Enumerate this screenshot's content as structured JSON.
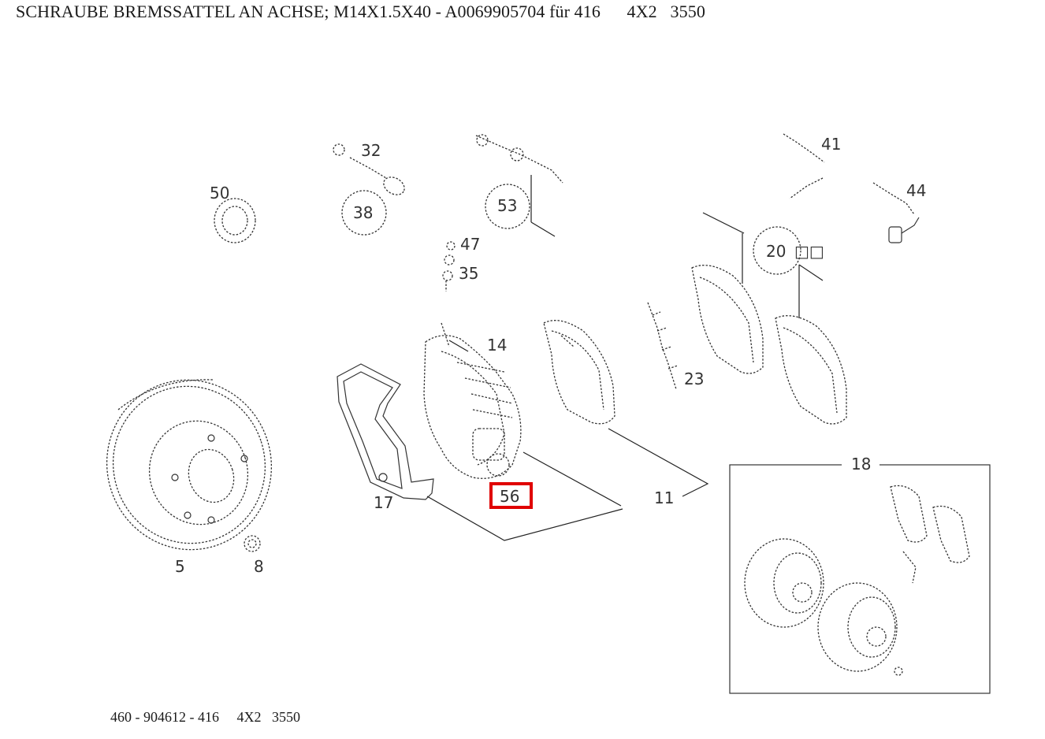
{
  "header": {
    "title": "SCHRAUBE BREMSSATTEL AN ACHSE; M14X1.5X40 - A0069905704 für 416      4X2   3550"
  },
  "footer": {
    "caption": "460 - 904612 - 416     4X2   3550"
  },
  "diagram": {
    "highlight_color": "#e00000",
    "highlighted_part": "56",
    "callouts": {
      "p32": "32",
      "p41": "41",
      "p44": "44",
      "p50": "50",
      "p38": "38",
      "p53": "53",
      "p47": "47",
      "p35": "35",
      "p20": "20",
      "p20_marks": "□□",
      "p14": "14",
      "p23": "23",
      "p18": "18",
      "p17": "17",
      "p56": "56",
      "p11": "11",
      "p5": "5",
      "p8": "8"
    }
  }
}
